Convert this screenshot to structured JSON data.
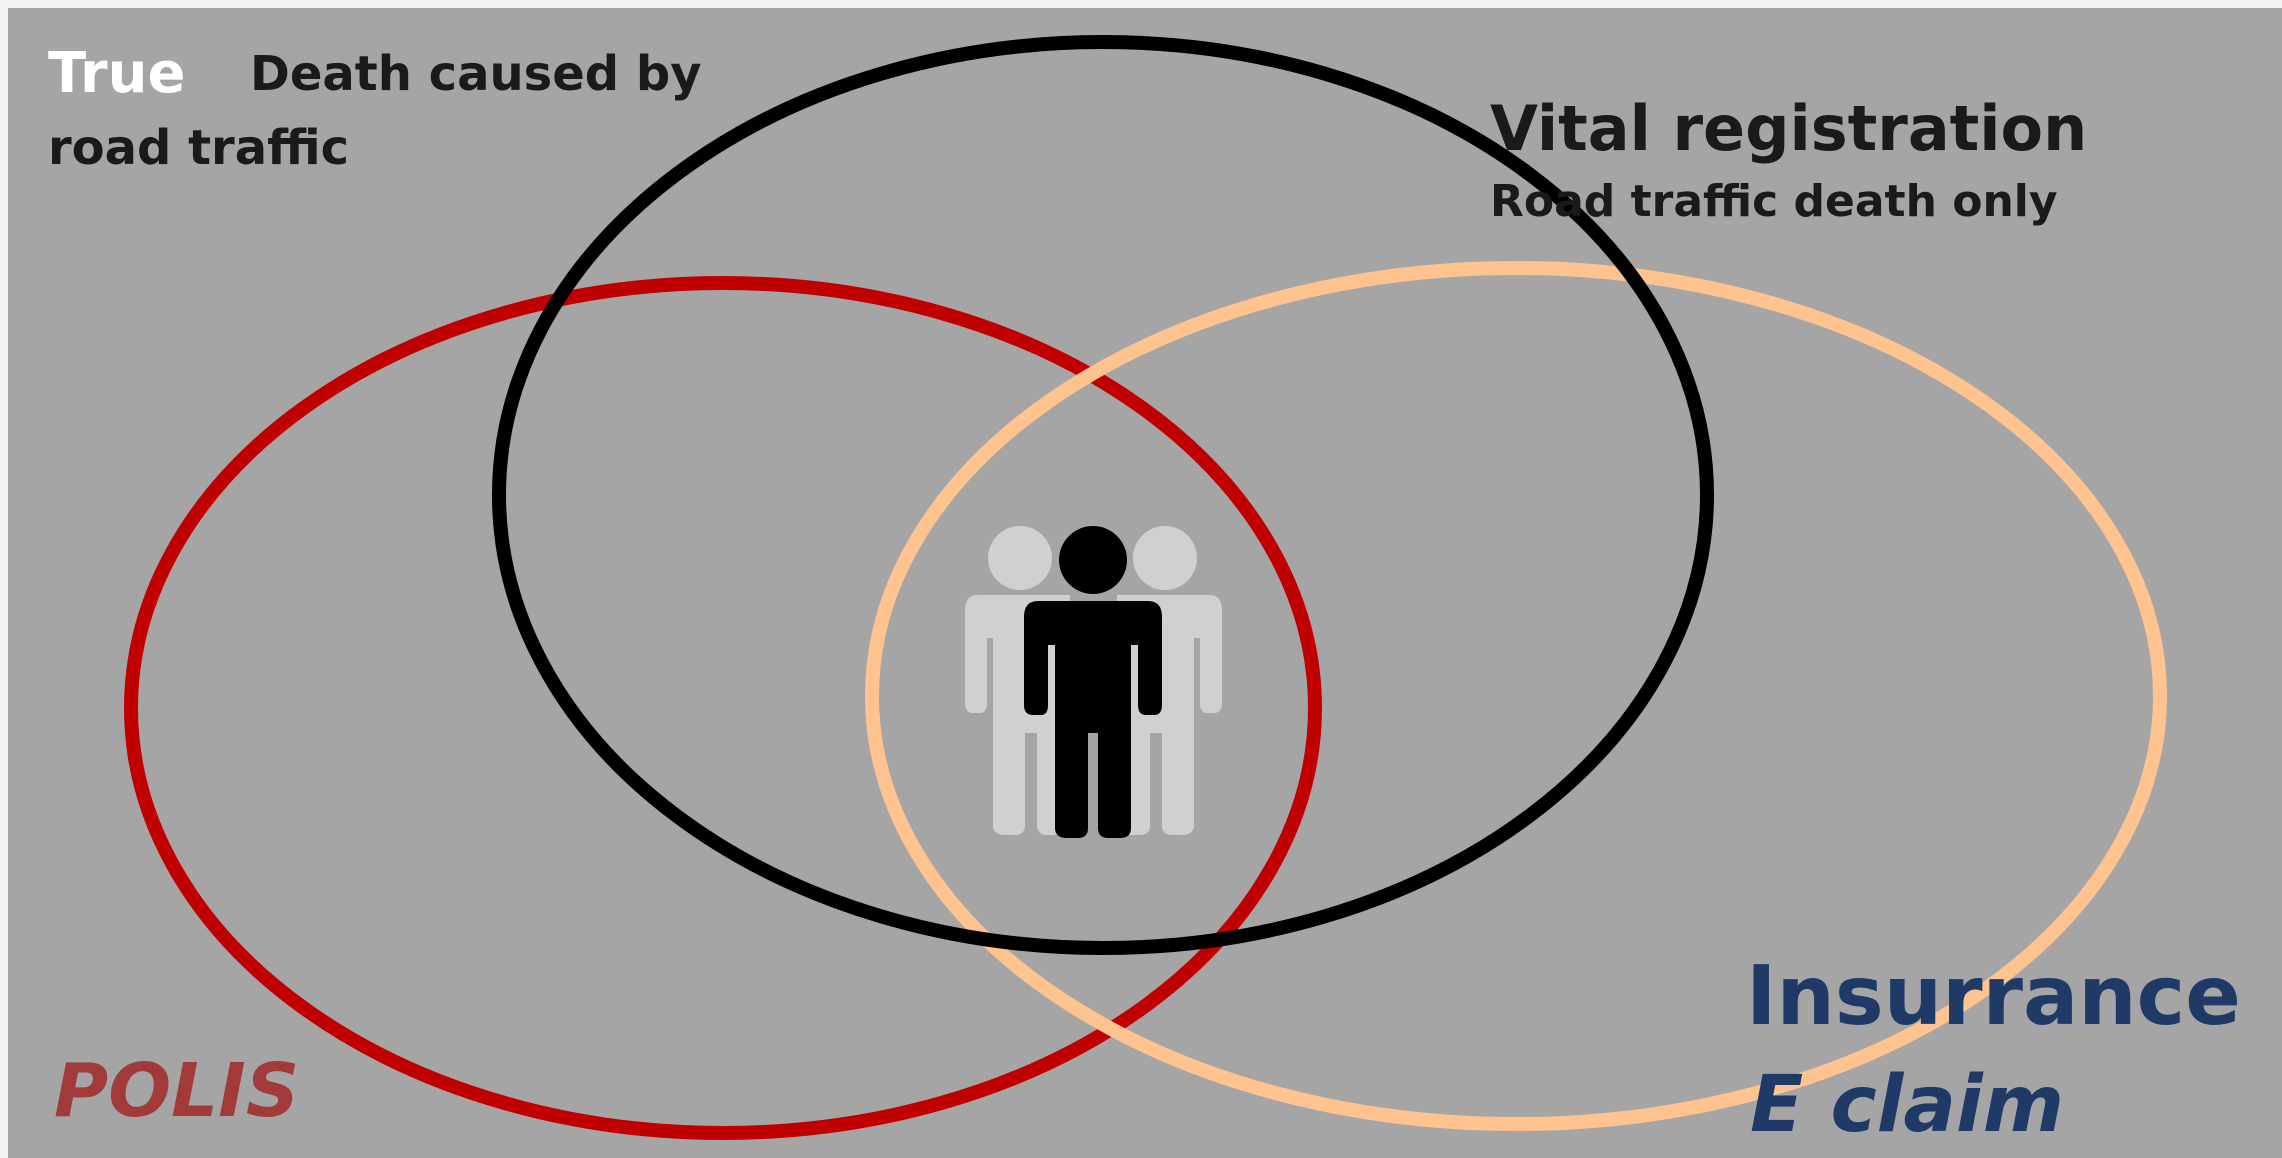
{
  "true_label": {
    "word": "True",
    "description_line1": "Death caused by",
    "description_line2": "road traffic"
  },
  "vital_registration": {
    "title": "Vital registration",
    "subtitle": "Road traffic death only"
  },
  "polis": {
    "label": "POLIS"
  },
  "insurance": {
    "title": "Insurrance",
    "subtitle": "E claim"
  },
  "colors": {
    "background": "#a5a5a5",
    "polis_circle": "#c00000",
    "vital_circle": "#000000",
    "insurance_circle": "#ffc38f",
    "people_front": "#000000",
    "people_back": "#d0d0d0"
  },
  "icons": {
    "people_group": "people-group-icon"
  }
}
